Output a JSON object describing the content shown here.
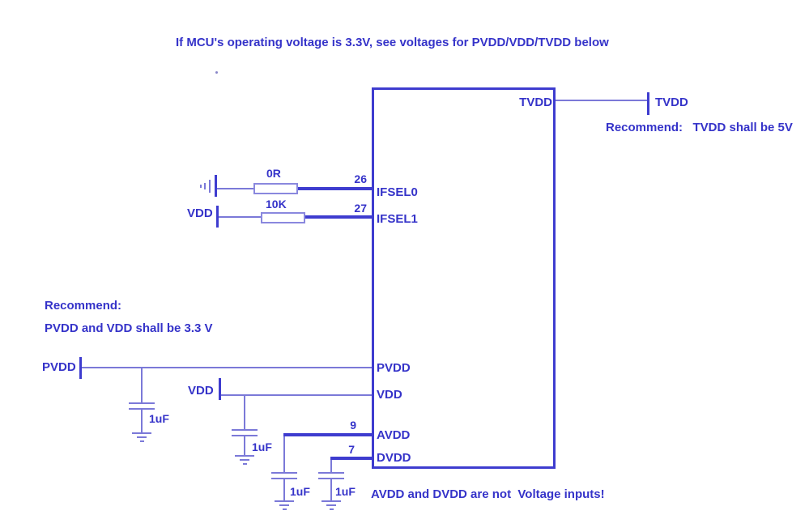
{
  "title": "If MCU's operating voltage is 3.3V, see voltages for PVDD/VDD/TVDD below",
  "colors": {
    "text": "#3533c9",
    "wire_thick": "#3e3ccf",
    "wire_thin": "#7b79d8",
    "component_outline": "#8a88de",
    "background": "#ffffff"
  },
  "ic": {
    "pins": {
      "tvdd": {
        "label": "TVDD"
      },
      "ifsel0": {
        "label": "IFSEL0",
        "number": "26"
      },
      "ifsel1": {
        "label": "IFSEL1",
        "number": "27"
      },
      "pvdd": {
        "label": "PVDD"
      },
      "vdd": {
        "label": "VDD"
      },
      "avdd": {
        "label": "AVDD",
        "number": "9"
      },
      "dvdd": {
        "label": "DVDD",
        "number": "7"
      }
    }
  },
  "ports": {
    "tvdd_out": "TVDD",
    "vdd_pullup": "VDD",
    "pvdd_in": "PVDD",
    "vdd_in": "VDD"
  },
  "components": {
    "r_ifsel0": {
      "value": "0R"
    },
    "r_ifsel1": {
      "value": "10K"
    },
    "c_pvdd": {
      "value": "1uF"
    },
    "c_vdd": {
      "value": "1uF"
    },
    "c_avdd": {
      "value": "1uF"
    },
    "c_dvdd": {
      "value": "1uF"
    }
  },
  "notes": {
    "recommend_left_title": "Recommend:",
    "recommend_left_body": "PVDD and VDD shall be 3.3 V",
    "recommend_right": "Recommend:   TVDD shall be 5V",
    "bottom_warning": "AVDD and DVDD are not  Voltage inputs!"
  }
}
